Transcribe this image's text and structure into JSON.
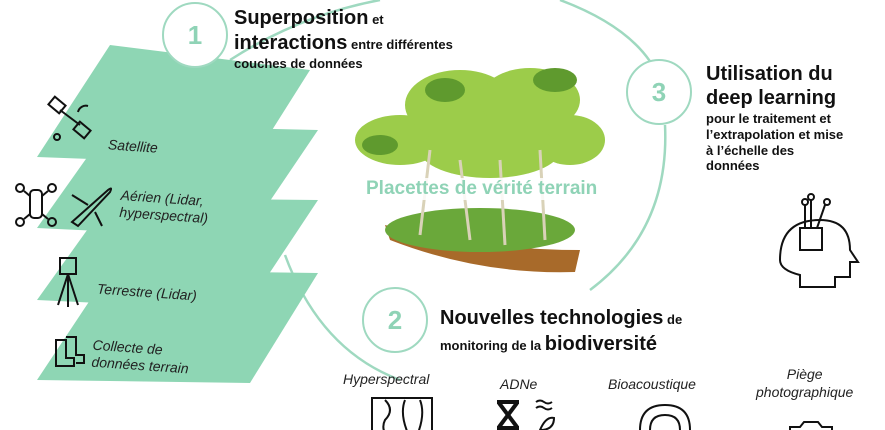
{
  "steps": [
    {
      "number": "1",
      "title_bold": "Superposition",
      "title_rest": " et",
      "line2_bold": "interactions",
      "line2_rest": " entre différentes",
      "line3": "couches de données"
    },
    {
      "number": "2",
      "title_bold": "Nouvelles technologies",
      "title_rest": " de",
      "line2_rest": "monitoring de la ",
      "line2_bold": "biodiversité"
    },
    {
      "number": "3",
      "title_bold": "Utilisation du",
      "line2_bold": "deep learning",
      "line3": "pour le traitement et",
      "line4": "l’extrapolation et mise",
      "line5": "à l’échelle des",
      "line6": "données"
    }
  ],
  "layers": [
    {
      "label": "Satellite",
      "icon": "satellite-icon"
    },
    {
      "label": "Aérien (Lidar,",
      "label2": "hyperspectral)",
      "icon": "airplane-icon"
    },
    {
      "label": "Terrestre (Lidar)",
      "icon": "tripod-scanner-icon"
    },
    {
      "label": "Collecte de",
      "label2": "données terrain",
      "icon": "boots-icon"
    }
  ],
  "center_label": "Placettes de vérité terrain",
  "technologies": [
    {
      "label": "Hyperspectral"
    },
    {
      "label": "ADNe"
    },
    {
      "label": "Bioacoustique"
    },
    {
      "label": "Piège",
      "label2": "photographique"
    }
  ],
  "colors": {
    "accent": "#8fd3b6",
    "layer": "#8ed6b4"
  }
}
